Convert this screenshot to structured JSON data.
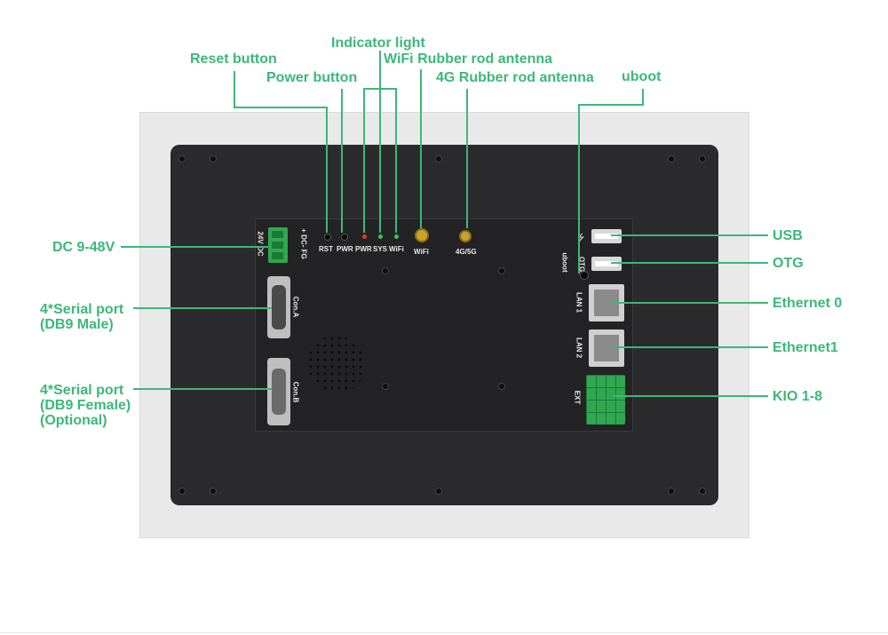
{
  "callouts": {
    "indicator_light": "Indicator light",
    "reset_button": "Reset button",
    "wifi_antenna": "WiFi Rubber rod antenna",
    "power_button": "Power button",
    "antenna_4g": "4G Rubber rod antenna",
    "uboot": "uboot",
    "dc": "DC 9-48V",
    "serial_male_1": "4*Serial port",
    "serial_male_2": "(DB9 Male)",
    "serial_female_1": "4*Serial port",
    "serial_female_2": "(DB9 Female)",
    "serial_female_3": "(Optional)",
    "usb": "USB",
    "otg": "OTG",
    "eth0": "Ethernet 0",
    "eth1": "Ethernet1",
    "kio": "KIO 1-8"
  },
  "board_labels": {
    "power_in": "24V DC",
    "polarity": "+ DC- FG",
    "rst": "RST",
    "pwr_btn": "PWR",
    "led_pwr": "PWR",
    "led_sys": "SYS",
    "led_wifi": "WiFi",
    "ant_wifi": "WiFi",
    "ant_4g": "4G/5G",
    "uboot": "uboot",
    "otg": "OTG",
    "lan1": "LAN 1",
    "lan2": "LAN 2",
    "ext": "EXT",
    "con_a": "Con.A",
    "con_b": "Con.B"
  },
  "colors": {
    "callout": "#3cb878",
    "panel": "#2b2b2d",
    "bezel": "#e9e9e9",
    "terminal": "#2fa84f",
    "led_red": "#d93a2b",
    "led_green": "#3cc25a",
    "antenna": "#c9a227"
  }
}
